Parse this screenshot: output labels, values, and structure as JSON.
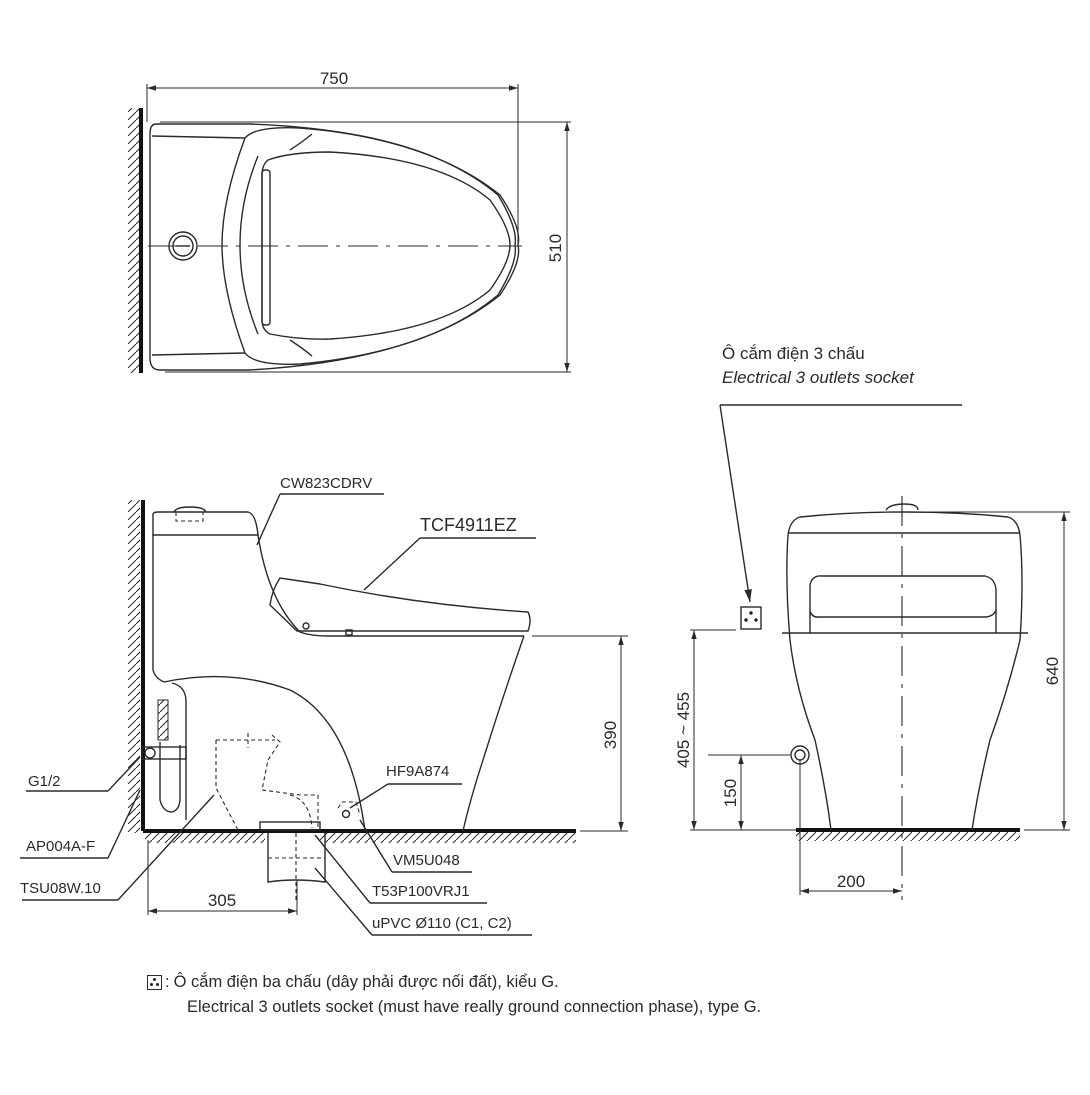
{
  "drawing": {
    "plan_view": {
      "dims": {
        "length": "750",
        "width": "510"
      }
    },
    "side_view": {
      "labels": {
        "toilet_model": "CW823CDRV",
        "seat_model": "TCF4911EZ",
        "valve_thread": "G1/2",
        "angle_valve": "AP004A-F",
        "hose": "TSU08W.10",
        "bolt": "HF9A874",
        "fixing": "VM5U048",
        "flange": "T53P100VRJ1",
        "drain_pipe": "uPVC Ø110 (C1, C2)"
      },
      "dims": {
        "seat_height": "390",
        "rough_in": "305"
      }
    },
    "front_view": {
      "socket_caption": {
        "vi": "Ô cắm điện 3 chấu",
        "en": "Electrical 3 outlets socket"
      },
      "dims": {
        "socket_height": "405 ~ 455",
        "supply_height": "150",
        "supply_offset": "200",
        "total_height": "640"
      }
    }
  },
  "legend": {
    "icon": "three-pin-socket-icon",
    "separator": ":",
    "vi": "Ô cắm điện ba chấu (dây phải được nối đất), kiểu G.",
    "en": "Electrical 3 outlets socket (must have really ground connection phase), type G."
  },
  "colors": {
    "line": "#2a2a2a",
    "background": "#ffffff"
  }
}
